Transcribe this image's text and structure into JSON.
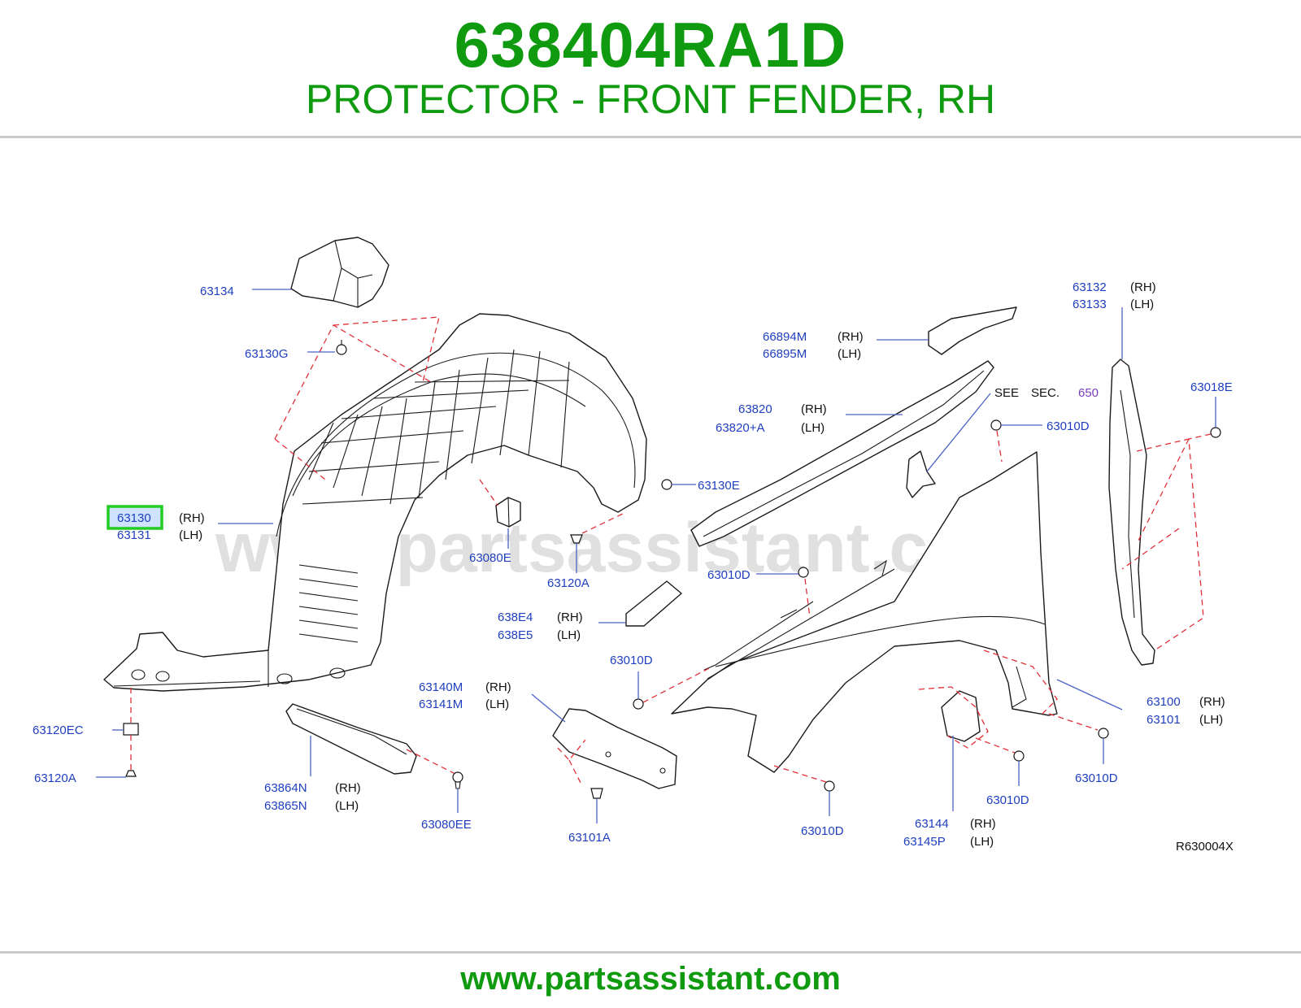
{
  "header": {
    "part_number": "638404RA1D",
    "part_name": "PROTECTOR - FRONT FENDER, RH"
  },
  "watermark": "www.partsassistant.com",
  "footer": {
    "url": "www.partsassistant.com"
  },
  "colors": {
    "accent": "#109a10",
    "label": "#1f3fbf",
    "dashed_line": "#e0303a",
    "highlight": "#22cc22"
  },
  "diagram": {
    "code": "R630004X",
    "see_section": {
      "see": "SEE",
      "sec": "SEC.",
      "num": "650"
    },
    "labels": {
      "l63134": "63134",
      "l63130G": "63130G",
      "l63130": "63130",
      "l63130_rh": "(RH)",
      "l63131": "63131",
      "l63131_lh": "(LH)",
      "l63120EC": "63120EC",
      "l63120A_left": "63120A",
      "l63080E": "63080E",
      "l63120A_mid": "63120A",
      "l63130E": "63130E",
      "l66894M": "66894M",
      "l66894M_rh": "(RH)",
      "l66895M": "66895M",
      "l66895M_lh": "(LH)",
      "l63820": "63820",
      "l63820_rh": "(RH)",
      "l63820A": "63820+A",
      "l63820A_lh": "(LH)",
      "l63010D_top": "63010D",
      "l63010D_mid": "63010D",
      "l638E4": "638E4",
      "l638E4_rh": "(RH)",
      "l638E5": "638E5",
      "l638E5_lh": "(LH)",
      "l63010D_left": "63010D",
      "l63140M": "63140M",
      "l63140M_rh": "(RH)",
      "l63141M": "63141M",
      "l63141M_lh": "(LH)",
      "l63864N": "63864N",
      "l63864N_rh": "(RH)",
      "l63865N": "63865N",
      "l63865N_lh": "(LH)",
      "l63080EE": "63080EE",
      "l63101A": "63101A",
      "l63010D_bottom": "63010D",
      "l63144": "63144",
      "l63144_rh": "(RH)",
      "l63145P": "63145P",
      "l63145P_lh": "(LH)",
      "l63010D_br1": "63010D",
      "l63010D_br2": "63010D",
      "l63100": "63100",
      "l63100_rh": "(RH)",
      "l63101": "63101",
      "l63101_lh": "(LH)",
      "l63132": "63132",
      "l63132_rh": "(RH)",
      "l63133": "63133",
      "l63133_lh": "(LH)",
      "l63018E": "63018E"
    }
  }
}
